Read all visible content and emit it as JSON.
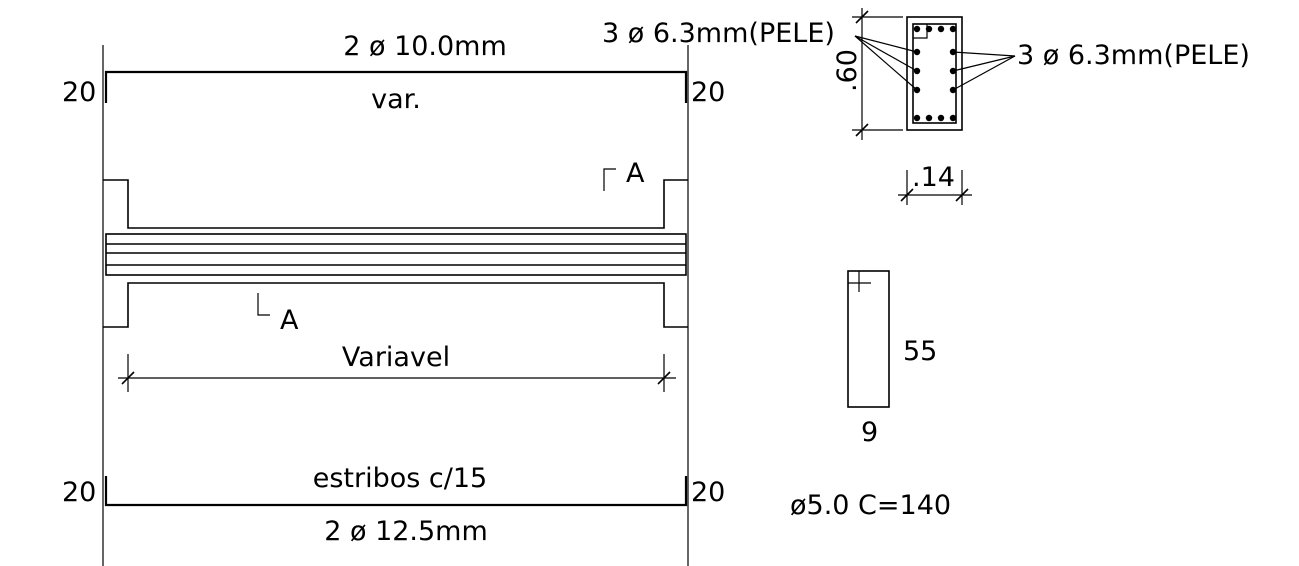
{
  "elevation": {
    "top_bar_label": "2  ø 10.0mm",
    "top_var_label": "var.",
    "left_top_hook": "20",
    "right_top_hook": "20",
    "section_mark_top": "A",
    "section_mark_bottom": "A",
    "span_label": "Variavel",
    "stirrups_label": "estribos c/15",
    "bottom_bar_label": "2 ø 12.5mm",
    "left_bottom_hook": "20",
    "right_bottom_hook": "20"
  },
  "section": {
    "skin_left_label": "3 ø 6.3mm(PELE)",
    "skin_right_label": "3 ø 6.3mm(PELE)",
    "height_label": ".60",
    "width_label": ".14"
  },
  "stirrup": {
    "height_label": "55",
    "width_label": "9",
    "spec_label": "ø5.0 C=140"
  }
}
